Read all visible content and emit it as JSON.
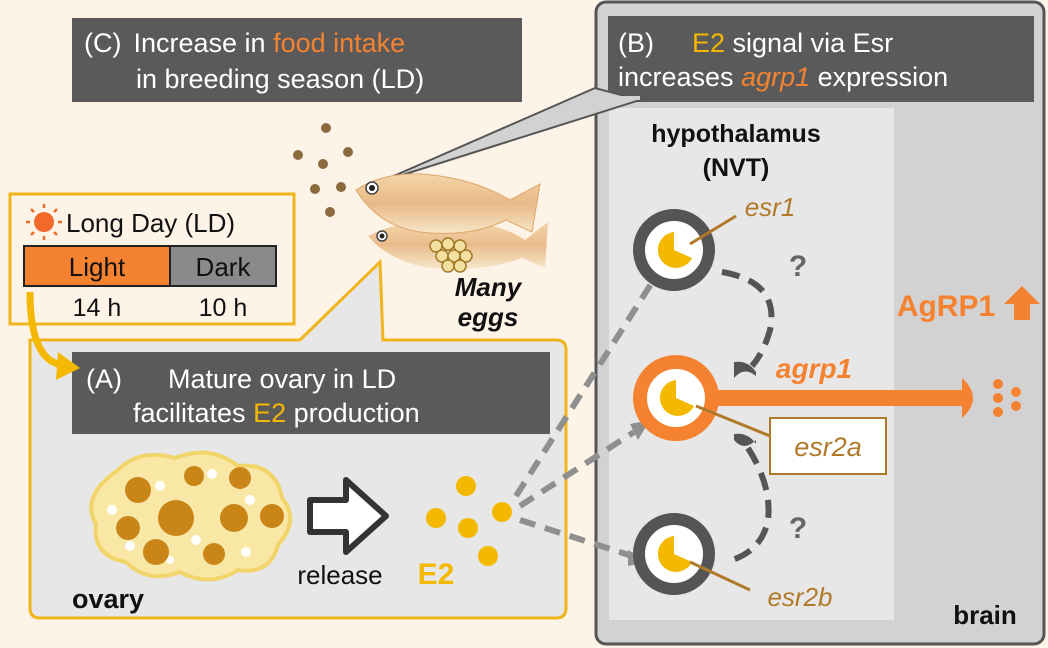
{
  "colors": {
    "orange": "#f58231",
    "yellow": "#f5b800",
    "brown": "#b07a2a",
    "dark_box": "#5a5a5a",
    "panel_b": "#d2d2d2",
    "inner_b": "#e6e6e6",
    "beige_bg": "#fdf3e6",
    "egg_fill": "#d08a1e"
  },
  "panel_c": {
    "tag": "(C)",
    "line1_a": "Increase in ",
    "line1_b": "food intake",
    "line2": "in breeding season (LD)"
  },
  "panel_b": {
    "tag": "(B)",
    "line1_a": "E2",
    "line1_b": " signal via Esr",
    "line2_a": "increases ",
    "line2_b": "agrp1",
    "line2_c": " expression",
    "region_line1": "hypothalamus",
    "region_line2": "(NVT)",
    "brain": "brain"
  },
  "panel_a": {
    "tag": "(A)",
    "line1": "Mature ovary in LD",
    "line2_a": "facilitates ",
    "line2_b": "E2",
    "line2_c": " production",
    "ovary": "ovary",
    "release": "release",
    "e2": "E2"
  },
  "long_day": {
    "title": "Long Day (LD)",
    "light": "Light",
    "dark": "Dark",
    "light_hours": "14 h",
    "dark_hours": "10 h"
  },
  "fish": {
    "eggs_line1": "Many",
    "eggs_line2": "eggs"
  },
  "neurons": {
    "esr1": "esr1",
    "agrp1": "agrp1",
    "esr2a": "esr2a",
    "esr2b": "esr2b",
    "question": "?",
    "output": "AgRP1"
  },
  "icons": [
    "sun-icon",
    "up-arrow-icon",
    "release-arrow-icon",
    "medaka-fish-icon"
  ]
}
